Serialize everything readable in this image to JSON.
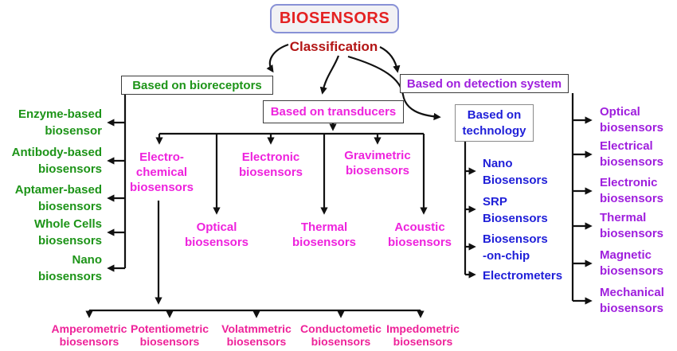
{
  "title": "BIOSENSORS",
  "classification_label": "Classification",
  "colors": {
    "title_red": "#e42222",
    "classification_red": "#b31515",
    "bioreceptor_green": "#1d9418",
    "transducer_magenta": "#ee22dd",
    "electrochemical_pink": "#ee2299",
    "detection_purple": "#9f1fdd",
    "technology_blue": "#1f1fd8",
    "line_black": "#111111",
    "title_box_border": "#8891d6"
  },
  "bioreceptors": {
    "label": "Based on bioreceptors",
    "items": [
      "Enzyme-based\nbiosensor",
      "Antibody-based\nbiosensors",
      "Aptamer-based\nbiosensors",
      "Whole Cells\nbiosensors",
      "Nano\nbiosensors"
    ]
  },
  "transducers": {
    "label": "Based on transducers",
    "items": [
      "Electro-\nchemical\nbiosensors",
      "Optical\nbiosensors",
      "Electronic\nbiosensors",
      "Thermal\nbiosensors",
      "Gravimetric\nbiosensors",
      "Acoustic\nbiosensors"
    ],
    "electrochemical_items": [
      "Amperometric\nbiosensors",
      "Potentiometric\nbiosensors",
      "Volatmmetric\nbiosensors",
      "Conductometic\nbiosensors",
      "Impedometric\nbiosensors"
    ]
  },
  "detection": {
    "label": "Based on detection system",
    "items": [
      "Optical\nbiosensors",
      "Electrical\nbiosensors",
      "Electronic\nbiosensors",
      "Thermal\nbiosensors",
      "Magnetic\nbiosensors",
      "Mechanical\nbiosensors"
    ]
  },
  "technology": {
    "label": "Based on technology",
    "items": [
      "Nano\nBiosensors",
      "SRP\nBiosensors",
      "Biosensors\n-on-chip",
      "Electrometers"
    ]
  }
}
